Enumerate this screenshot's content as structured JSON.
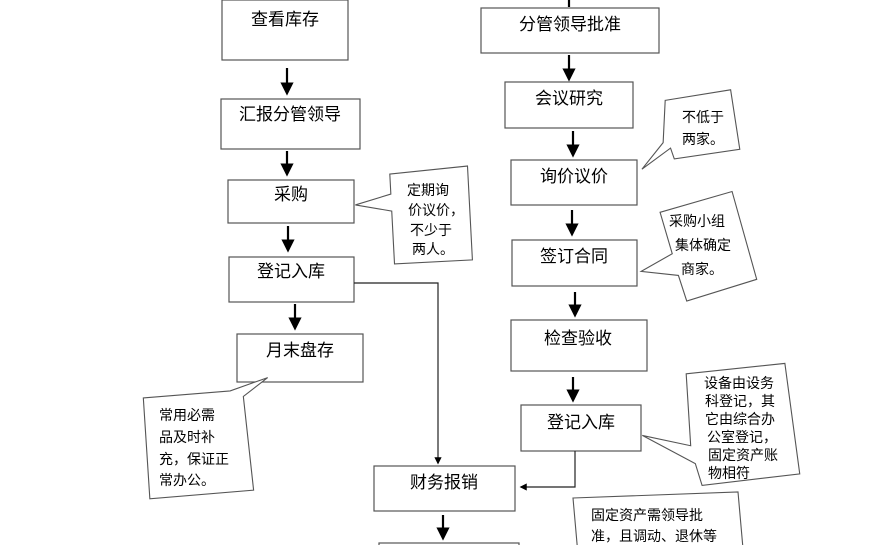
{
  "left_flow": {
    "check_inventory": "查看库存",
    "report_leader": "汇报分管领导",
    "purchase": "采购",
    "register_warehouse": "登记入库",
    "month_end_stocktake": "月末盘存"
  },
  "right_flow": {
    "leader_approval": "分管领导批准",
    "meeting_study": "会议研究",
    "price_inquiry": "询价议价",
    "sign_contract": "签订合同",
    "inspect_accept": "检查验收",
    "register_warehouse": "登记入库"
  },
  "shared": {
    "finance_reimburse": "财务报销"
  },
  "notes": {
    "purchase_note": [
      "定期询",
      "价议价，",
      "不少于",
      "两人。"
    ],
    "stock_note": [
      "常用必需",
      "品及时补",
      "充，保证正",
      "常办公。"
    ],
    "inquiry_note": [
      "不低于",
      "两家。"
    ],
    "contract_note": [
      "采购小组",
      "集体确定",
      "商家。"
    ],
    "register_note": [
      "设备由设务",
      "科登记，其",
      "它由综合办",
      "公室登记，",
      "固定资产账",
      "物相符"
    ],
    "fixed_asset_note": [
      "固定资产需领导批",
      "准，且调动、退休等"
    ]
  }
}
